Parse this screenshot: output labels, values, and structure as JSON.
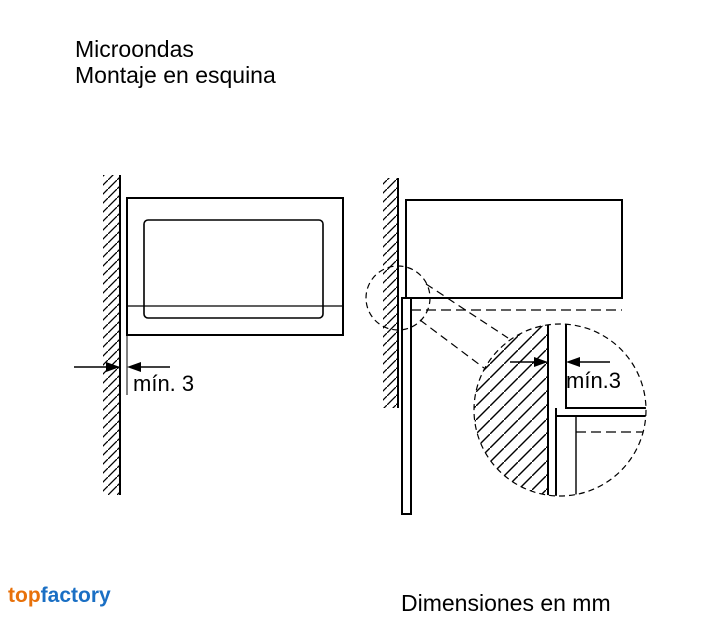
{
  "title": {
    "line1": "Microondas",
    "line2": "Montaje en esquina"
  },
  "brand": {
    "part1": "top",
    "part2": "factory",
    "color_part1": "#e8710a",
    "color_part2": "#1a6fc4"
  },
  "left_view": {
    "dimension_label": "mín. 3"
  },
  "right_view": {
    "detail_dimension_label": "mín.3"
  },
  "footer": {
    "units_note": "Dimensiones en mm"
  }
}
